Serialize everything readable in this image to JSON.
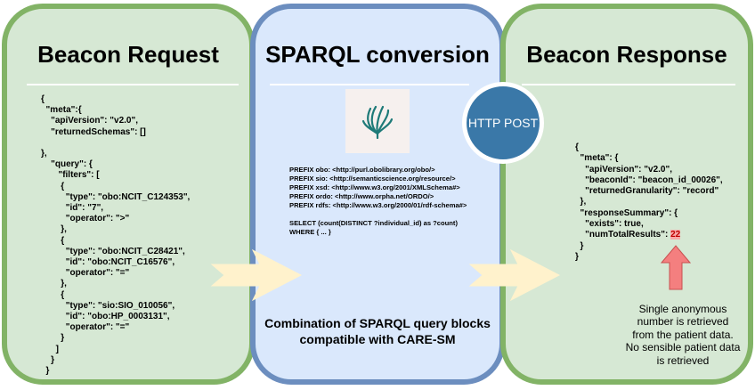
{
  "request": {
    "title": "Beacon Request",
    "code": "{\n  \"meta\":{\n    \"apiVersion\": \"v2.0\",\n    \"returnedSchemas\": []\n\n},\n    \"query\": {\n       \"filters\": [\n        {\n          \"type\": \"obo:NCIT_C124353\",\n          \"id\": \"7\",\n          \"operator\": \">\"\n        },\n        {\n          \"type\": \"obo:NCIT_C28421\",\n          \"id\": \"obo:NCIT_C16576\",\n          \"operator\": \"=\"\n        },\n        {\n          \"type\": \"sio:SIO_010056\",\n          \"id\": \"obo:HP_0003131\",\n          \"operator\": \"=\"\n        }\n      ]\n    }\n  }"
  },
  "sparql": {
    "title": "SPARQL conversion",
    "code": "PREFIX obo: <http://purl.obolibrary.org/obo/>\nPREFIX sio: <http://semanticscience.org/resource/>\nPREFIX xsd: <http://www.w3.org/2001/XMLSchema#>\nPREFIX ordo: <http://www.orpha.net/ORDO/>\nPREFIX rdfs: <http://www.w3.org/2000/01/rdf-schema#>\n\nSELECT (count(DISTINCT ?individual_id) as ?count)\nWHERE { ... }",
    "caption": "Combination of SPARQL query blocks compatible with CARE-SM",
    "logo_icon": "leaf-logo-icon"
  },
  "http": {
    "label": "HTTP POST"
  },
  "response": {
    "title": "Beacon Response",
    "code_before": "{\n  \"meta\": {\n    \"apiVersion\": \"v2.0\",\n    \"beaconId\": \"beacon_id_00026\",\n    \"returnedGranularity\": \"record\"\n  },\n  \"responseSummary\": {\n    \"exists\": true,\n    \"numTotalResults\": ",
    "highlight_value": "22",
    "code_after": "\n  }\n}",
    "note": "Single anonymous number is retrieved from the patient data. No sensible patient data is retrieved"
  },
  "colors": {
    "green_fill": "#d6e8d4",
    "green_border": "#82b366",
    "blue_fill": "#dae8fc",
    "blue_border": "#6c8ebf",
    "http_circle": "#3a78a8",
    "arrow_fill": "#fff2cc",
    "up_arrow": "#f8cecc"
  }
}
